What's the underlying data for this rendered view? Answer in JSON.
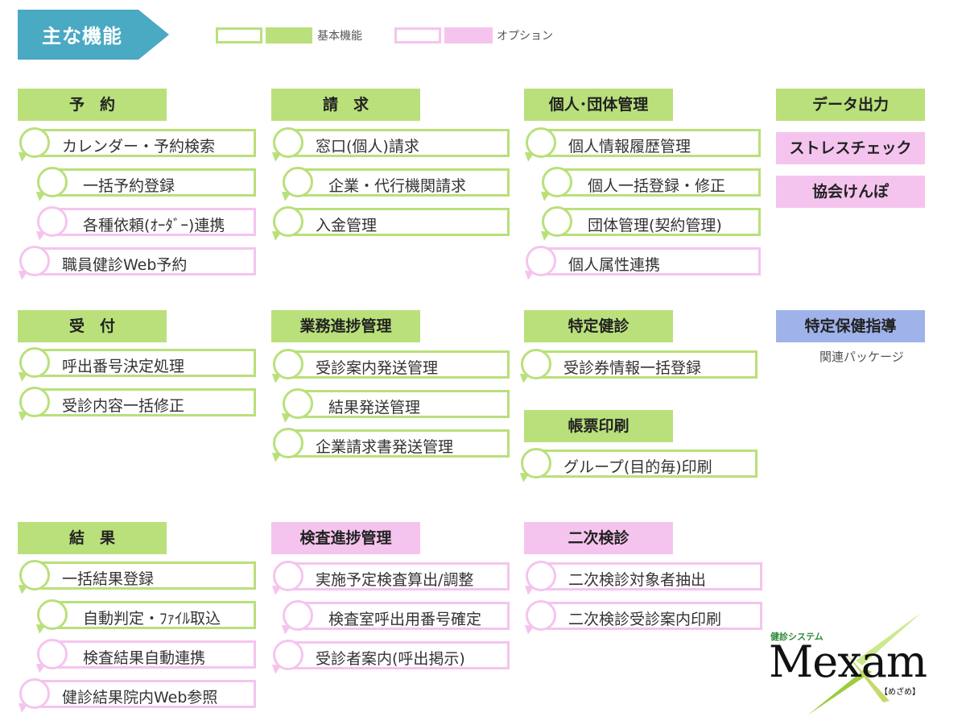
{
  "title": "主な機能",
  "legend": {
    "basic": "基本機能",
    "option": "オプション"
  },
  "colors": {
    "green": "#b9e07a",
    "pink": "#f5c4ee",
    "blue": "#9fb3ea",
    "banner": "#4aa9c3"
  },
  "sections": {
    "yoyaku": {
      "title": "予　約",
      "items": [
        "カレンダー・予約検索",
        "一括予約登録",
        "各種依頼(ｵｰﾀﾞｰ)連携",
        "職員健診Web予約"
      ]
    },
    "seikyu": {
      "title": "請　求",
      "items": [
        "窓口(個人)請求",
        "企業・代行機関請求",
        "入金管理"
      ]
    },
    "kojin": {
      "title": "個人･団体管理",
      "items": [
        "個人情報履歴管理",
        "個人一括登録・修正",
        "団体管理(契約管理)",
        "個人属性連携"
      ]
    },
    "uketsuke": {
      "title": "受　付",
      "items": [
        "呼出番号決定処理",
        "受診内容一括修正"
      ]
    },
    "gyomu": {
      "title": "業務進捗管理",
      "items": [
        "受診案内発送管理",
        "結果発送管理",
        "企業請求書発送管理"
      ]
    },
    "tokutei": {
      "title": "特定健診",
      "items": [
        "受診券情報一括登録"
      ]
    },
    "chohyo": {
      "title": "帳票印刷",
      "items": [
        "グループ(目的毎)印刷"
      ]
    },
    "kekka": {
      "title": "結　果",
      "items": [
        "一括結果登録",
        "自動判定・ﾌｧｲﾙ取込",
        "検査結果自動連携",
        "健診結果院内Web参照"
      ]
    },
    "kensa": {
      "title": "検査進捗管理",
      "items": [
        "実施予定検査算出/調整",
        "検査室呼出用番号確定",
        "受診者案内(呼出掲示)"
      ]
    },
    "niji": {
      "title": "二次検診",
      "items": [
        "二次検診対象者抽出",
        "二次検診受診案内印刷"
      ]
    }
  },
  "side": {
    "data_output": "データ出力",
    "stress": "ストレスチェック",
    "kyokai": "協会けんぽ",
    "hoken": "特定保健指導",
    "related": "関連パッケージ"
  },
  "logo": {
    "small": "健診システム",
    "main": "Mexam",
    "kana": "【めざめ】"
  }
}
